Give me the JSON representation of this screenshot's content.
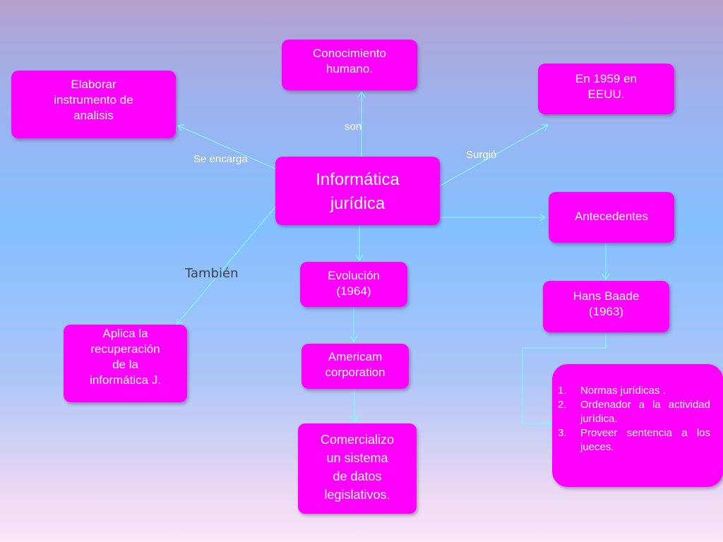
{
  "nodes": {
    "center": "Informática\njurídica",
    "conocimiento": "Conocimiento\nhumano.",
    "elaborar": "Elaborar\ninstrumento de\nanalisis",
    "surgio_date": "En 1959 en\nEEUU.",
    "antecedentes": "Antecedentes",
    "hans_baade": "Hans Baade\n(1963)",
    "evolucion": "Evolución\n(1964)",
    "american": "Americam\ncorporation",
    "comercializo": "Comercializo\nun sistema\nde datos\nlegislativos.",
    "aplica": "Aplica la\nrecuperación\nde la\ninformática J."
  },
  "labels": {
    "son": "son",
    "se_encarga": "Se encarga",
    "surgio": "Surgió",
    "tambien": "También"
  },
  "antecedentes_list": [
    {
      "num": "1.",
      "text": "Normas jurídicas ."
    },
    {
      "num": "2.",
      "text": "Ordenador a la actividad jurídica."
    },
    {
      "num": "3.",
      "text": "Proveer sentencia a los jueces."
    }
  ],
  "colors": {
    "node_fill": "#ff00ff",
    "node_text": "#ffffff",
    "connector": "#7ff5ff"
  }
}
